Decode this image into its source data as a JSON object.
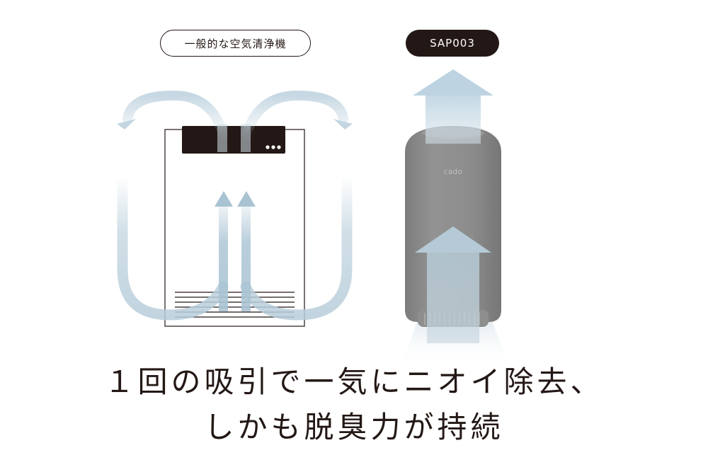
{
  "labels": {
    "general_purifier": "一般的な空気清浄機",
    "model": "SAP003"
  },
  "device_logo": "cado",
  "headline": {
    "line1": "１回の吸引で一気にニオイ除去、",
    "line2": "しかも脱臭力が持続"
  },
  "colors": {
    "text": "#231815",
    "airflow": "#a9c3d3",
    "device_body": "#8a8a8a"
  }
}
